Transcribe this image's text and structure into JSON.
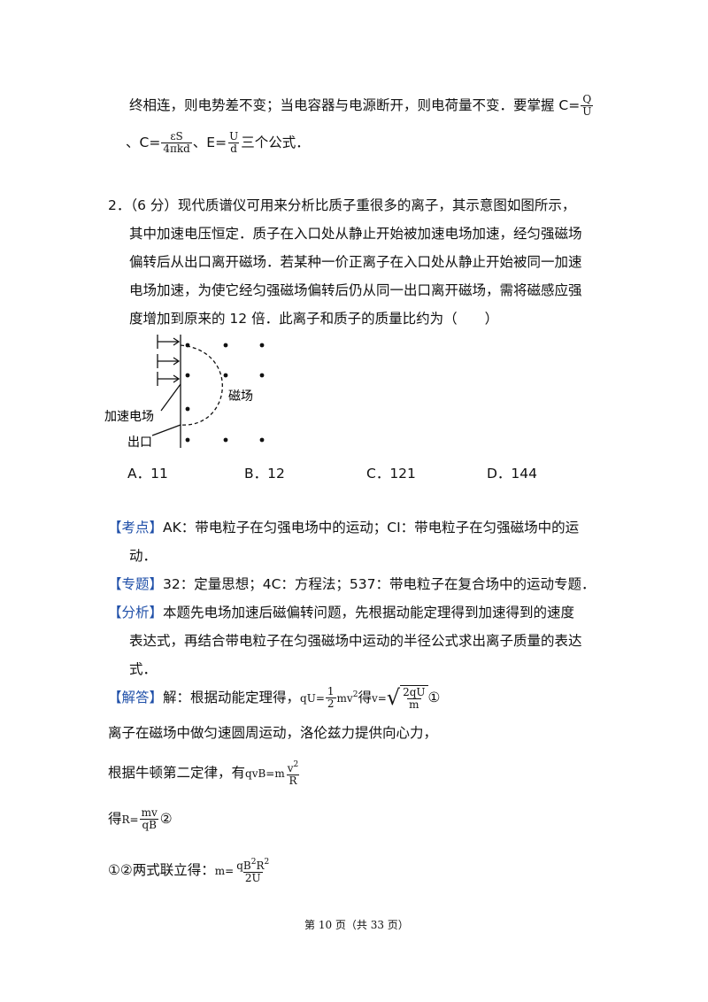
{
  "intro": {
    "line1": "终相连，则电势差不变；当电容器与电源断开，则电荷量不变．要掌握 C=",
    "f1_num": "Q",
    "f1_den": "U",
    "line2_a": "、C=",
    "f2_num": "εS",
    "f2_den": "4πkd",
    "line2_b": "、E=",
    "f3_num": "U",
    "f3_den": "d",
    "line2_c": "三个公式．"
  },
  "question": {
    "line1": "2．（6 分）现代质谱仪可用来分析比质子重很多的离子，其示意图如图所示，",
    "line2": "其中加速电压恒定．质子在入口处从静止开始被加速电场加速，经匀强磁场",
    "line3": "偏转后从出口离开磁场．若某种一价正离子在入口处从静止开始被同一加速",
    "line4": "电场加速，为使它经匀强磁场偏转后仍从同一出口离开磁场，需将磁感应强",
    "line5": "度增加到原来的 12 倍．此离子和质子的质量比约为（　　）"
  },
  "figure": {
    "field_label": "磁场",
    "accel_label": "加速电场",
    "exit_label": "出口"
  },
  "options": [
    {
      "label": "A．11"
    },
    {
      "label": "B．12"
    },
    {
      "label": "C．121"
    },
    {
      "label": "D．144"
    }
  ],
  "analysis": {
    "kaodian_tag": "【考点】",
    "kaodian_text1": "AK：带电粒子在匀强电场中的运动；CI：带电粒子在匀强磁场中的运",
    "kaodian_text2": "动．",
    "zhuanti_tag": "【专题】",
    "zhuanti_text": "32：定量思想；4C：方程法；537：带电粒子在复合场中的运动专题．",
    "fenxi_tag": "【分析】",
    "fenxi_text1": "本题先电场加速后磁偏转问题，先根据动能定理得到加速得到的速度",
    "fenxi_text2": "表达式，再结合带电粒子在匀强磁场中运动的半径公式求出离子质量的表达",
    "fenxi_text3": "式．",
    "jieda_tag": "【解答】",
    "jieda_text": "解：根据动能定理得，",
    "eq1_a": "qU=",
    "eq1_num": "1",
    "eq1_den": "2",
    "eq1_b": "mv",
    "eq1_sup": "2",
    "eq1_c": "得",
    "eq1_d": "v=",
    "eq1_rnum": "2qU",
    "eq1_rden": "m",
    "eq1_mark": "①",
    "line_b": "离子在磁场中做匀速圆周运动，洛伦兹力提供向心力，",
    "line_c": "根据牛顿第二定律，有",
    "eq2_a": "qvB=m",
    "eq2_num": "v",
    "eq2_sup": "2",
    "eq2_den": "R",
    "line_d": "得",
    "eq3_a": "R=",
    "eq3_num": "mv",
    "eq3_den": "qB",
    "eq3_mark": "②",
    "line_e": "①②两式联立得：",
    "eq4_a": "m=",
    "eq4_n1": "qB",
    "eq4_s1": "2",
    "eq4_n2": "R",
    "eq4_s2": "2",
    "eq4_den": "2U"
  },
  "footer": {
    "text": "第 10 页（共 33 页）"
  }
}
